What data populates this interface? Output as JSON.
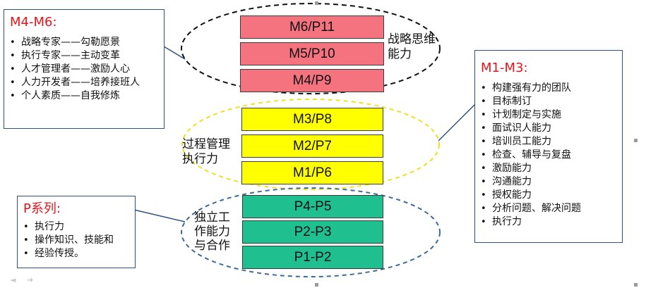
{
  "levels": {
    "m6": "M6/P11",
    "m5": "M5/P10",
    "m4": "M4/P9",
    "m3": "M3/P8",
    "m2": "M2/P7",
    "m1": "M1/P6",
    "p45": "P4-P5",
    "p23": "P2-P3",
    "p12": "P1-P2"
  },
  "group_labels": {
    "strategic": "战略思维\n能力",
    "process": "过程管理\n执行力",
    "independent": "独立工\n作能力\n与合作"
  },
  "box_m4m6": {
    "title": "M4-M6:",
    "items": [
      "战略专家——勾勒愿景",
      "执行专家——主动变革",
      "人才管理者——激励人心",
      "人力开发者——培养接班人",
      "个人素质——自我修炼"
    ]
  },
  "box_m1m3": {
    "title": "M1-M3:",
    "items": [
      "构建强有力的团队",
      "目标制订",
      "计划制定与实施",
      "面试识人能力",
      "培训员工能力",
      "检查、辅导与复盘",
      "激励能力",
      "沟通能力",
      "授权能力",
      "分析问题、解决问题",
      "执行力"
    ]
  },
  "box_p": {
    "title": "P系列:",
    "items": [
      "执行力",
      "操作知识、技能和",
      "经验传授。"
    ]
  },
  "colors": {
    "red_level": "#f4737e",
    "yellow_level": "#ffff00",
    "green_level": "#1fbf8f",
    "title_red": "#e8131a",
    "ellipse_yellow": "#f0e020",
    "ellipse_blue": "#3c6a9a",
    "box_border": "#2f4f7f"
  },
  "icons": {
    "left_nav": "slide-prev-icon",
    "right_nav": "slide-next-icon"
  }
}
